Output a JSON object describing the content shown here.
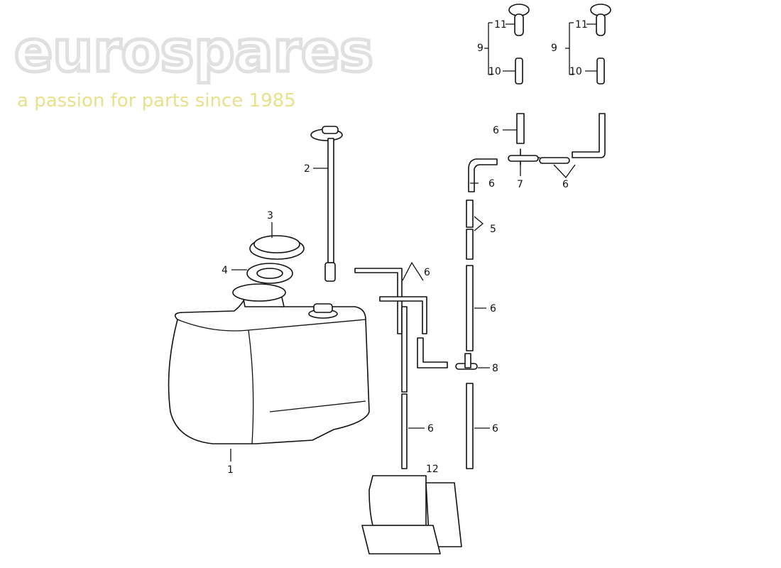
{
  "watermark": {
    "brand": "eurospares",
    "tagline": "a passion for parts since 1985"
  },
  "callouts": {
    "n1": "1",
    "n2": "2",
    "n3": "3",
    "n4": "4",
    "n5": "5",
    "n6": "6",
    "n7": "7",
    "n8": "8",
    "n9": "9",
    "n10": "10",
    "n11": "11",
    "n12": "12"
  }
}
